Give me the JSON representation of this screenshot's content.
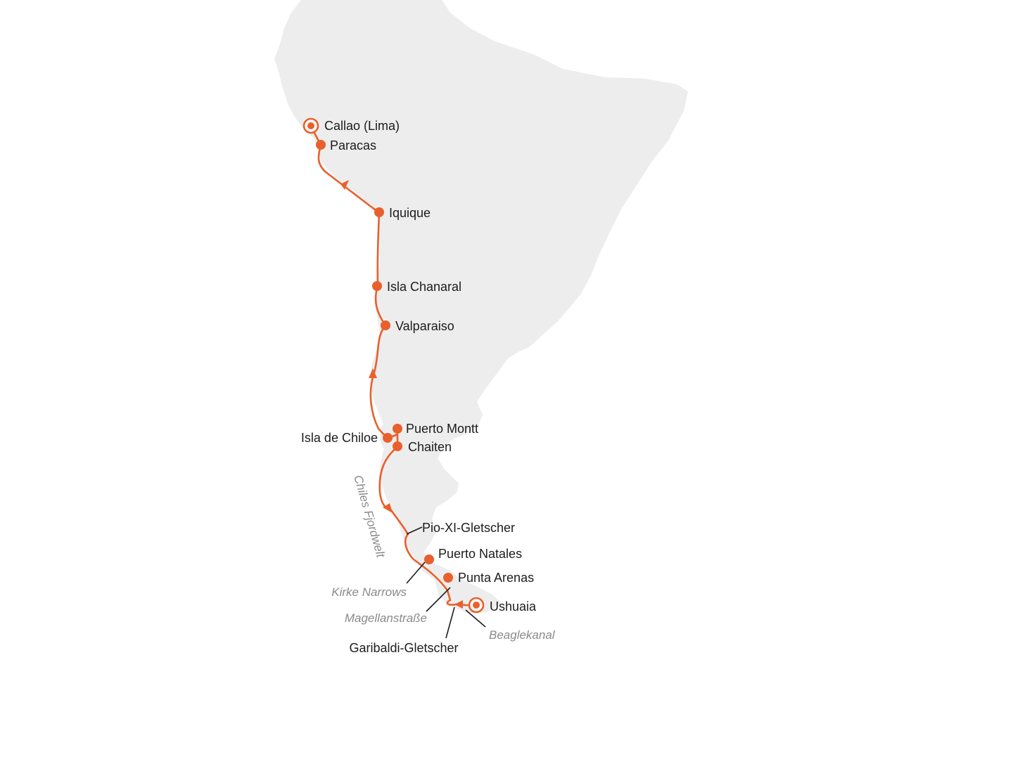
{
  "colors": {
    "land": "#ededed",
    "route": "#e8602c",
    "label": "#1c1c1c",
    "geo_label": "#8a8a8a"
  },
  "ports": {
    "callao": "Callao (Lima)",
    "paracas": "Paracas",
    "iquique": "Iquique",
    "isla_chanaral": "Isla Chanaral",
    "valparaiso": "Valparaiso",
    "puerto_montt": "Puerto Montt",
    "isla_de_chiloe": "Isla de Chiloe",
    "chaiten": "Chaiten",
    "pio_xi": "Pio-XI-Gletscher",
    "puerto_natales": "Puerto Natales",
    "punta_arenas": "Punta Arenas",
    "ushuaia": "Ushuaia",
    "garibaldi": "Garibaldi-Gletscher"
  },
  "geo_labels": {
    "chiles_fjordwelt": "Chiles Fjordwelt",
    "kirke_narrows": "Kirke Narrows",
    "magellanstrasse": "Magellanstraße",
    "beaglekanal": "Beaglekanal"
  },
  "markers": {
    "start_end": "target-ring-icon",
    "stop": "dot-icon",
    "direction": "arrow-icon"
  }
}
